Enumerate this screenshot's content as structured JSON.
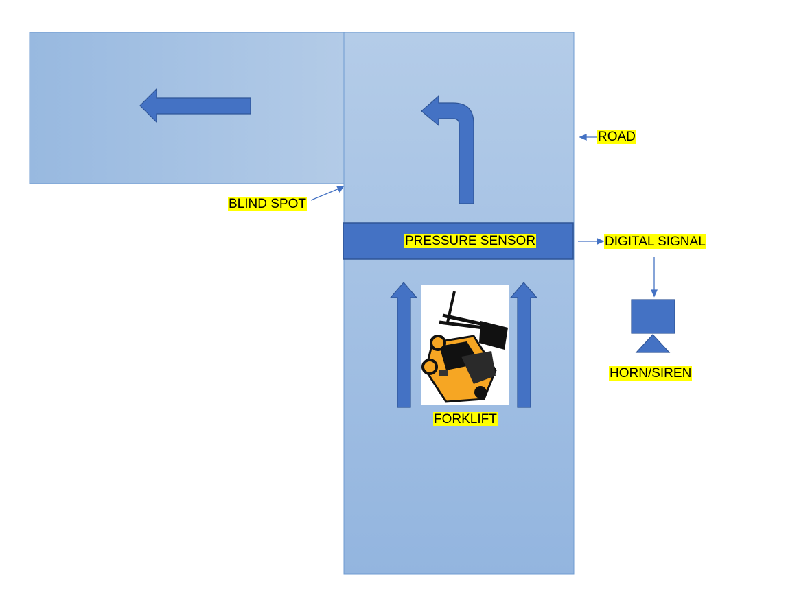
{
  "labels": {
    "road": "ROAD",
    "blind_spot": "BLIND SPOT",
    "pressure_sensor": "PRESSURE SENSOR",
    "digital_signal": "DIGITAL SIGNAL",
    "horn_siren": "HORN/SIREN",
    "forklift": "FORKLIFT"
  },
  "colors": {
    "road_fill": "#a7c3e4",
    "road_edge": "#5b8cc9",
    "arrow_fill": "#4472c4",
    "arrow_stroke": "#2f5597",
    "sensor_fill": "#4472c4",
    "highlight": "#ffff00",
    "forklift_body": "#f6a623"
  },
  "icons": {
    "forklift": "forklift-icon",
    "horn": "horn-siren-icon"
  }
}
